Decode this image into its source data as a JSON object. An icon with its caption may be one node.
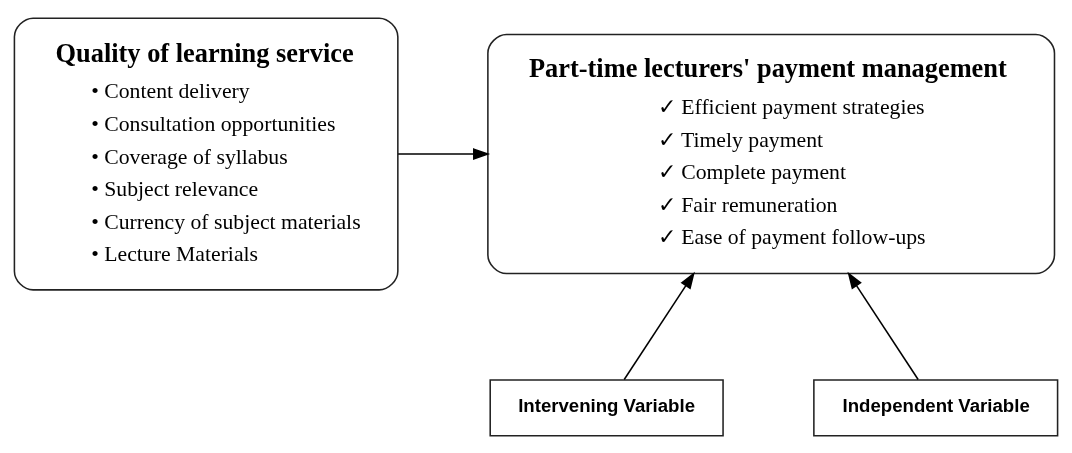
{
  "diagram": {
    "nodes": [
      {
        "text": [
          "Quality of learning service",
          "• Content delivery",
          "• Consultation opportunities",
          "• Coverage of syllabus",
          "• Subject relevance",
          "• Currency of subject materials",
          "• Lecture Materials"
        ]
      },
      {
        "text": [
          "Part-time lecturers' payment management",
          "✓ Efficient payment strategies",
          "✓ Timely payment",
          "✓ Complete payment",
          "✓ Fair remuneration",
          "✓ Ease of payment follow-ups"
        ]
      },
      {
        "text": [
          "Intervening Variable"
        ]
      },
      {
        "text": [
          "Independent Variable"
        ]
      }
    ],
    "edges": [
      {
        "from": 0,
        "to": 1,
        "arrow": "to"
      },
      {
        "from": 2,
        "to": 1,
        "arrow": "to"
      },
      {
        "from": 3,
        "to": 1,
        "arrow": "to"
      }
    ]
  }
}
